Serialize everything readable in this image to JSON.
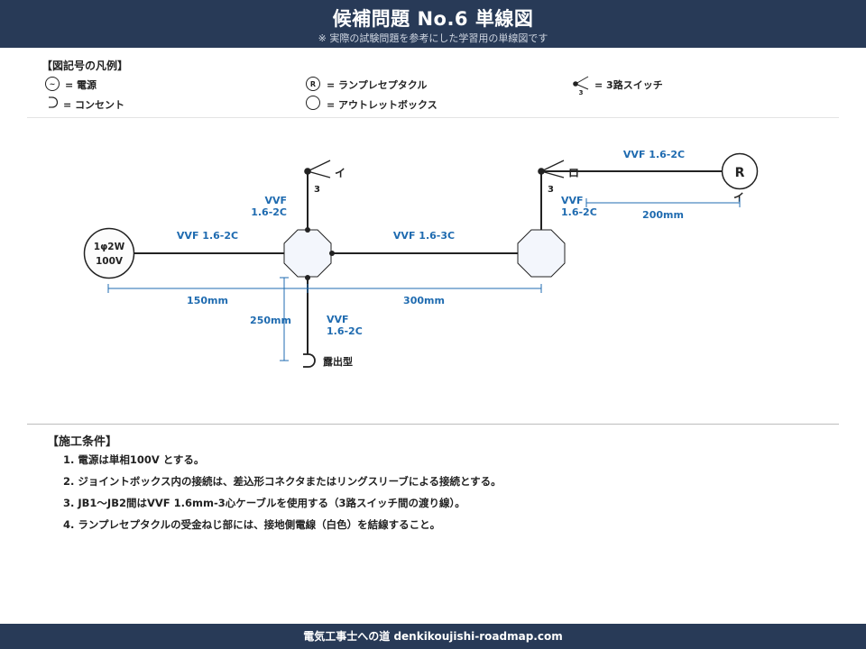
{
  "header": {
    "title": "候補問題 No.6  単線図",
    "subtitle": "※ 実際の試験問題を参考にした学習用の単線図です"
  },
  "legend": {
    "title": "【図記号の凡例】",
    "items": [
      {
        "symbol": "power-source",
        "glyph": "~",
        "label": "= 電源"
      },
      {
        "symbol": "lamp-receptacle",
        "glyph": "R",
        "label": "= ランプレセプタクル"
      },
      {
        "symbol": "three-way-switch",
        "glyph": "3",
        "label": "= 3路スイッチ"
      },
      {
        "symbol": "outlet",
        "label": "= コンセント"
      },
      {
        "symbol": "outlet-box",
        "label": "= アウトレットボックス"
      }
    ]
  },
  "diagram": {
    "source_line1": "1φ2W",
    "source_line2": "100V",
    "cable_source": "VVF 1.6-2C",
    "dim_150": "150mm",
    "dim_300": "300mm",
    "dim_250": "250mm",
    "dim_200": "200mm",
    "cable_jb_link": "VVF 1.6-3C",
    "cable_sw1_line1": "VVF",
    "cable_sw1_line2": "1.6-2C",
    "cable_sw2_line1": "VVF",
    "cable_sw2_line2": "1.6-2C",
    "cable_outlet_line1": "VVF",
    "cable_outlet_line2": "1.6-2C",
    "cable_lamp": "VVF 1.6-2C",
    "switch1_label": "イ",
    "switch1_num": "3",
    "switch2_label": "ロ",
    "switch2_num": "3",
    "lamp_glyph": "R",
    "lamp_label": "イ",
    "outlet_label": "露出型"
  },
  "conditions": {
    "title": "【施工条件】",
    "items": [
      "1. 電源は単相100V とする。",
      "2. ジョイントボックス内の接続は、差込形コネクタまたはリングスリーブによる接続とする。",
      "3. JB1〜JB2間はVVF 1.6mm-3心ケーブルを使用する（3路スイッチ間の渡り線）。",
      "4. ランプレセプタクルの受金ねじ部には、接地側電線（白色）を結線すること。"
    ]
  },
  "footer": {
    "text": "電気工事士への道  denkikoujishi-roadmap.com"
  },
  "colors": {
    "header_bg": "#283a57",
    "dimension_blue": "#1f6bb0",
    "wire": "#222222",
    "box_fill": "#f3f6fc"
  }
}
